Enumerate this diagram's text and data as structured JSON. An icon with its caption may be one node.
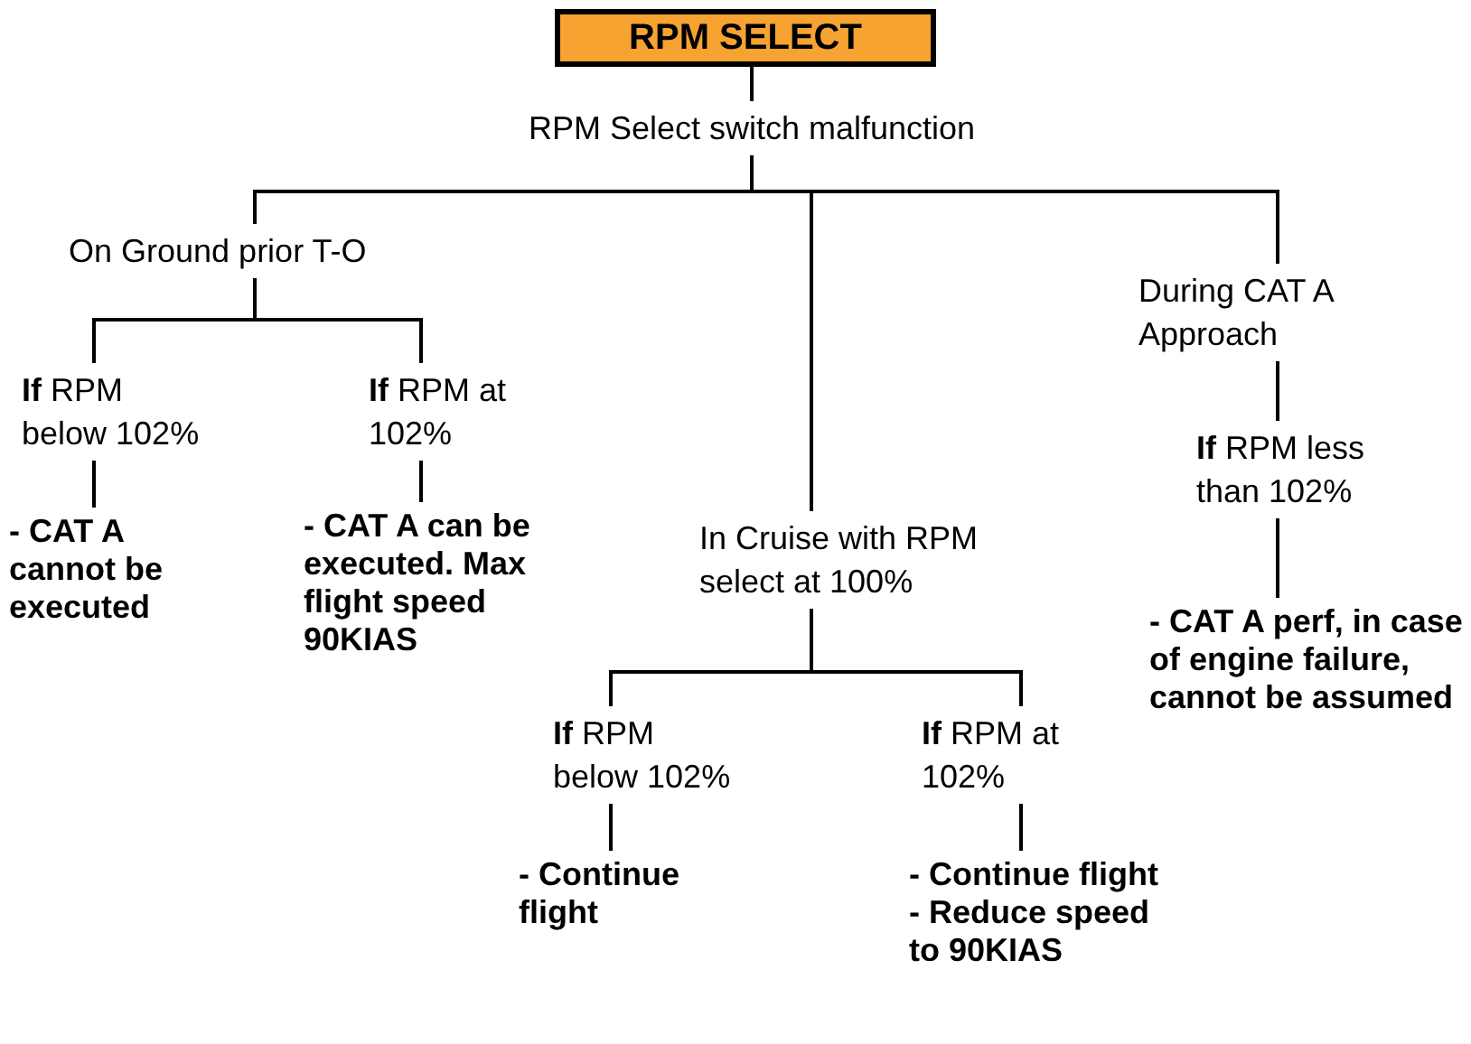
{
  "diagram": {
    "nodes": [
      {
        "text": [
          "RPM SELECT"
        ]
      },
      {
        "text": [
          "RPM Select switch malfunction"
        ]
      },
      {
        "text": [
          "On Ground prior T-O"
        ]
      },
      {
        "text": [
          "In Cruise with RPM select at 100%"
        ]
      },
      {
        "text": [
          "During CAT A Approach"
        ]
      },
      {
        "text": [
          "**If** RPM below 102%"
        ]
      },
      {
        "text": [
          "**If** RPM at 102%"
        ]
      },
      {
        "text": [
          "- CAT A cannot be executed"
        ]
      },
      {
        "text": [
          "- CAT A can be executed. Max flight speed 90KIAS"
        ]
      },
      {
        "text": [
          "**If** RPM below 102%"
        ]
      },
      {
        "text": [
          "**If** RPM at 102%"
        ]
      },
      {
        "text": [
          "- Continue flight"
        ]
      },
      {
        "text": [
          "- Continue flight",
          "- Reduce speed to 90KIAS"
        ]
      },
      {
        "text": [
          "**If** RPM less than 102%"
        ]
      },
      {
        "text": [
          "- CAT A perf, in case of engine failure, cannot be assumed"
        ]
      }
    ],
    "edges": [
      {
        "from": 0,
        "to": 1,
        "arrow": "none"
      },
      {
        "from": 1,
        "to": 2,
        "arrow": "none"
      },
      {
        "from": 1,
        "to": 3,
        "arrow": "none"
      },
      {
        "from": 1,
        "to": 4,
        "arrow": "none"
      },
      {
        "from": 2,
        "to": 5,
        "arrow": "none"
      },
      {
        "from": 2,
        "to": 6,
        "arrow": "none"
      },
      {
        "from": 5,
        "to": 7,
        "arrow": "none"
      },
      {
        "from": 6,
        "to": 8,
        "arrow": "none"
      },
      {
        "from": 3,
        "to": 9,
        "arrow": "none"
      },
      {
        "from": 3,
        "to": 10,
        "arrow": "none"
      },
      {
        "from": 9,
        "to": 11,
        "arrow": "none"
      },
      {
        "from": 10,
        "to": 12,
        "arrow": "none"
      },
      {
        "from": 4,
        "to": 13,
        "arrow": "none"
      },
      {
        "from": 13,
        "to": 14,
        "arrow": "none"
      }
    ]
  }
}
